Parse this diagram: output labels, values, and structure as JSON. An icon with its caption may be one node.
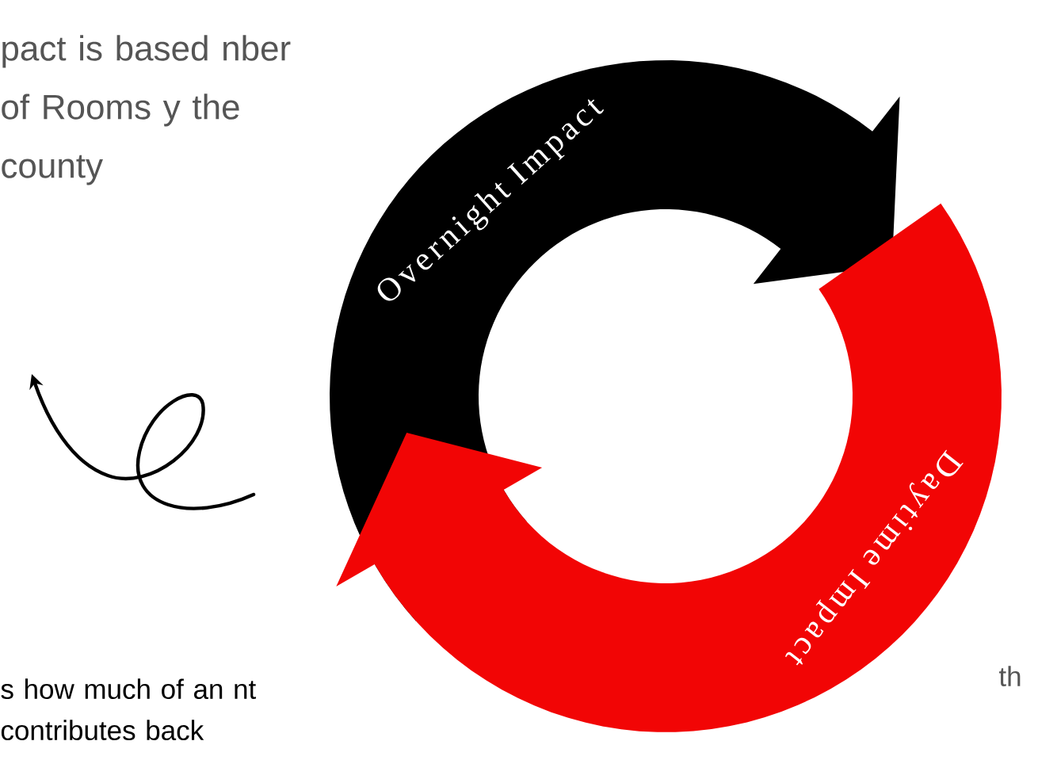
{
  "diagram": {
    "nodes": [
      {
        "text": [
          "Overnight Impact"
        ]
      },
      {
        "text": [
          "Daytime Impact"
        ]
      }
    ],
    "labels": [
      "pact is based nber of Rooms y the county",
      "s how much of an nt contributes back",
      "th"
    ]
  }
}
